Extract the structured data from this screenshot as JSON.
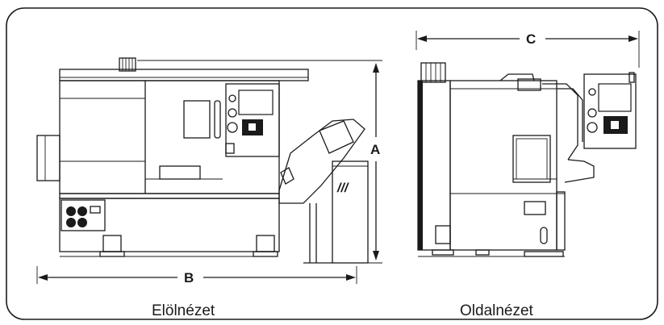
{
  "dimensions": {
    "a_label": "A",
    "b_label": "B",
    "c_label": "C"
  },
  "captions": {
    "front": "Elölnézet",
    "side": "Oldalnézet"
  },
  "panel_markings": {
    "door_slots": "///"
  }
}
